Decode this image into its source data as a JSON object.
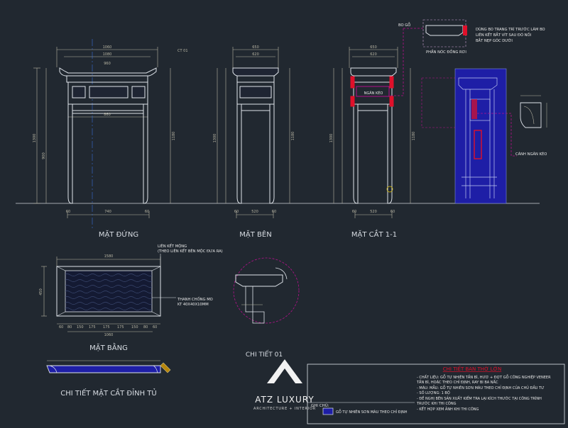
{
  "views": {
    "front": {
      "title": "MẶT ĐỨNG",
      "dims": {
        "top_w": "1060",
        "mid_w": "1080",
        "lower_w": "960",
        "inner_w": "860",
        "base_w": "740",
        "foot_l": "60",
        "foot_r": "60",
        "height": "1300",
        "left_leg": "900",
        "right_leg": "1180",
        "tag": "CT 01"
      }
    },
    "side": {
      "title": "MẶT BÊN",
      "dims": {
        "top_w": "650",
        "mid_w": "620",
        "base_w": "520",
        "foot_l": "60",
        "foot_r": "60",
        "height": "1300",
        "leg": "1180"
      }
    },
    "section": {
      "title": "MẶT CẮT 1-1",
      "dims": {
        "top_w": "650",
        "mid_w": "620",
        "base_w": "520",
        "foot_l": "60",
        "foot_r": "60",
        "height": "1300",
        "leg": "1180"
      },
      "drawer_label": "NGĂN KÉO"
    },
    "plan": {
      "title": "MẶT BẰNG",
      "dims": {
        "top_w": "1580",
        "bottom_w": "1060",
        "depth": "450",
        "segments": [
          "60",
          "80",
          "150",
          "175",
          "175",
          "175",
          "150",
          "80",
          "60"
        ]
      }
    },
    "section_detail": {
      "title": "CHI TIẾT MẶT CẮT ĐỈNH TỦ"
    },
    "detail": {
      "title": "CHI TIẾT 01"
    }
  },
  "annotations": {
    "bo_go": "BO GỖ",
    "top_callout": [
      "DÙNG BO TRANG TRÍ TRƯỚC LÀM BO",
      "LIÊN KẾT BẮT VÍT SAU ĐÓ NỐI",
      "BẮT NẸP GÓC DƯỚI"
    ],
    "phan_noc": "PHẦN NÓC ĐỒNG RƠI",
    "canh_ngan_keo": "CÁNH NGĂN KÉO",
    "lien_ket_mong": [
      "LIÊN KẾT MỘNG",
      "(THEO LIÊN KẾT BÊN MỘC ĐƯA RA)"
    ],
    "thanh_chong": [
      "THANH CHỐNG MO",
      "KT 40X40X10MM"
    ]
  },
  "logo": {
    "name": "ATZ LUXURY",
    "tagline": "ARCHITECTURE + INTERIOR"
  },
  "notes": {
    "title": "CHI TIẾT BAN THỜ LỚN",
    "lines": [
      "- CHẤT LIỆU: GỖ TỰ NHIÊN TẦN BÌ, HƯƠ + ĐỢT GỖ CÔNG NGHIỆP VENEER",
      "TẦN BÌ, HOẶC THEO CHỈ ĐỊNH, RAY BI BA NẤC",
      "- MÀU: MẪU: GỖ TỰ NHIÊN SƠN MÀU THEO CHỈ ĐỊNH CỦA CHỦ ĐẦU TƯ",
      "- SỐ LƯỢNG: 1 BỘ",
      "- ĐỀ NGHỊ BÊN SẢN XUẤT KIỂM TRA LẠI KÍCH THƯỚC TẠI CÔNG TRÌNH",
      "TRƯỚC KHI THI CÔNG",
      "- KẾT HỢP XEM ẢNH KHI THI CÔNG"
    ]
  },
  "legend": {
    "title": "GHI CHÚ:",
    "item": "GỖ TỰ NHIÊN SƠN MÀU THEO CHỈ ĐỊNH"
  },
  "colors": {
    "background": "#212830",
    "line": "#dfe4ea",
    "dim": "#b9b6a4",
    "red": "#e0102a",
    "magenta": "#b4118c",
    "blue": "#1e1ea6"
  }
}
